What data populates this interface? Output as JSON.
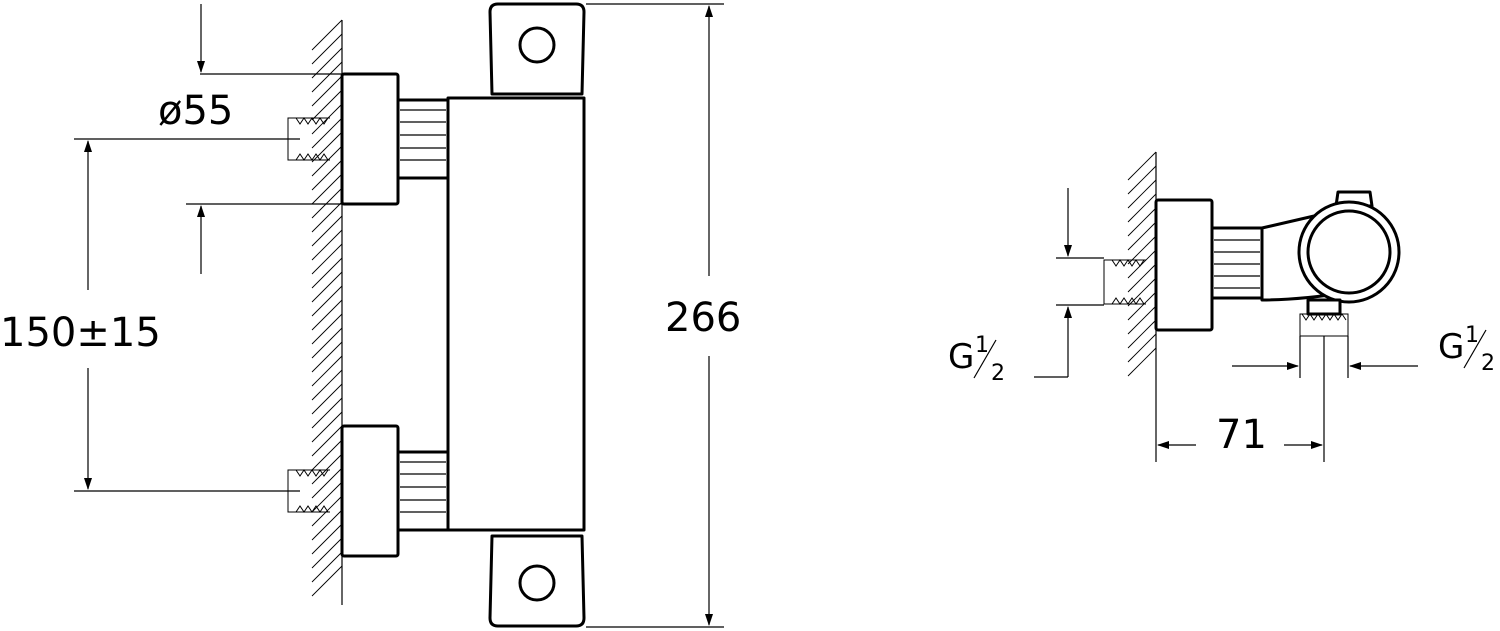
{
  "front_view": {
    "diameter_label": "ø55",
    "spacing_label": "150±15",
    "height_label": "266"
  },
  "side_view": {
    "thread_left": {
      "prefix": "G",
      "numerator": "1",
      "denominator": "2"
    },
    "thread_right": {
      "prefix": "G",
      "numerator": "1",
      "denominator": "2"
    },
    "depth_label": "71"
  },
  "colors": {
    "line": "#000000",
    "background": "#ffffff"
  }
}
